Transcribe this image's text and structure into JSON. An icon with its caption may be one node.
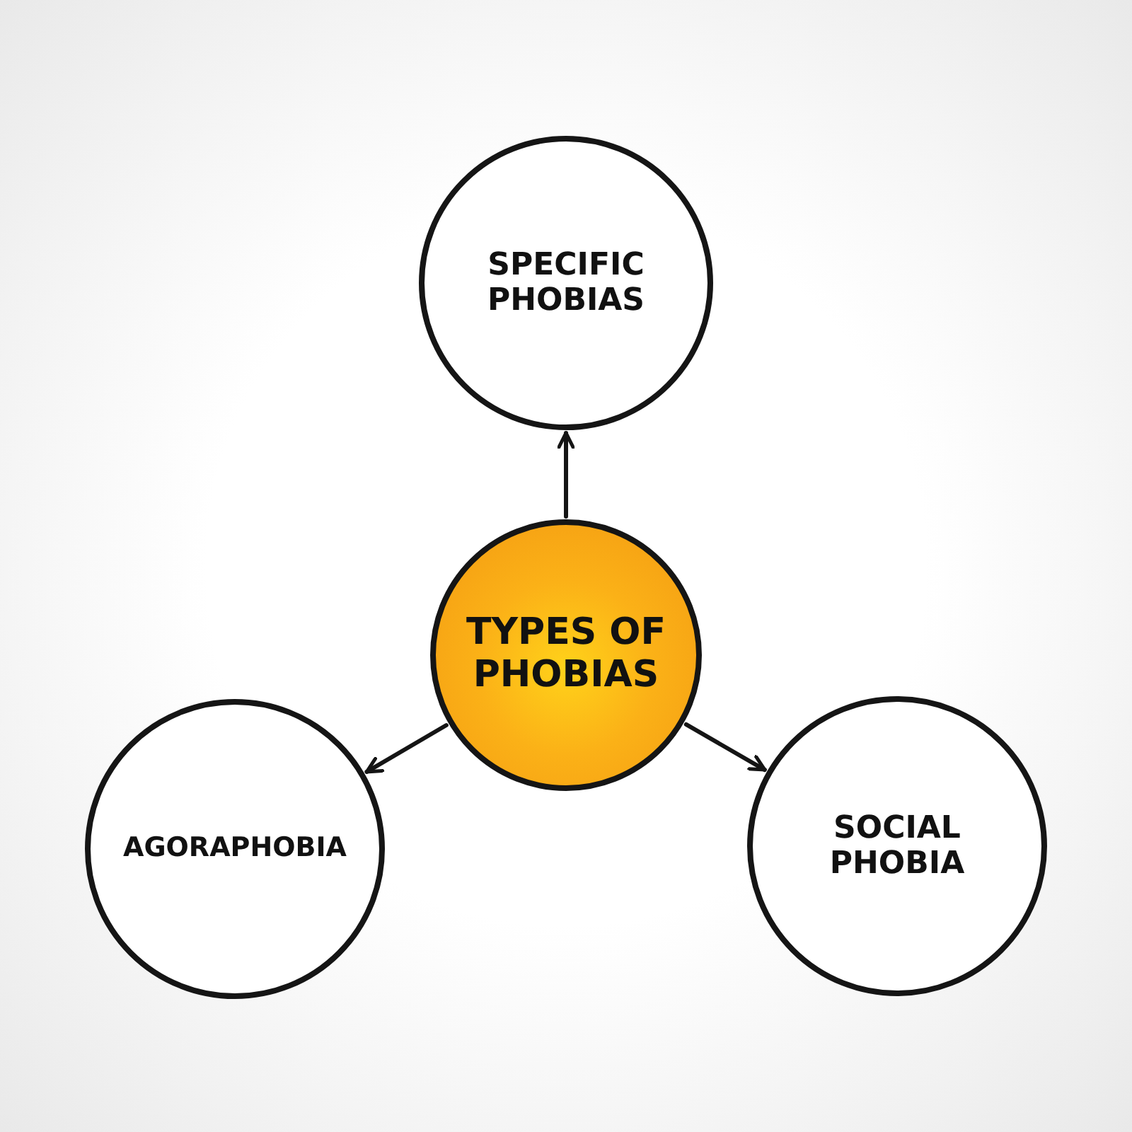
{
  "diagram": {
    "nodes": [
      {
        "text": [
          "SPECIFIC PHOBIAS"
        ]
      },
      {
        "text": [
          "TYPES OF PHOBIAS"
        ]
      },
      {
        "text": [
          "AGORAPHOBIA"
        ]
      },
      {
        "text": [
          "SOCIAL PHOBIA"
        ]
      }
    ],
    "edges": [
      {
        "from": 1,
        "to": 0,
        "arrow": "to"
      },
      {
        "from": 1,
        "to": 2,
        "arrow": "to"
      },
      {
        "from": 1,
        "to": 3,
        "arrow": "to"
      }
    ]
  }
}
